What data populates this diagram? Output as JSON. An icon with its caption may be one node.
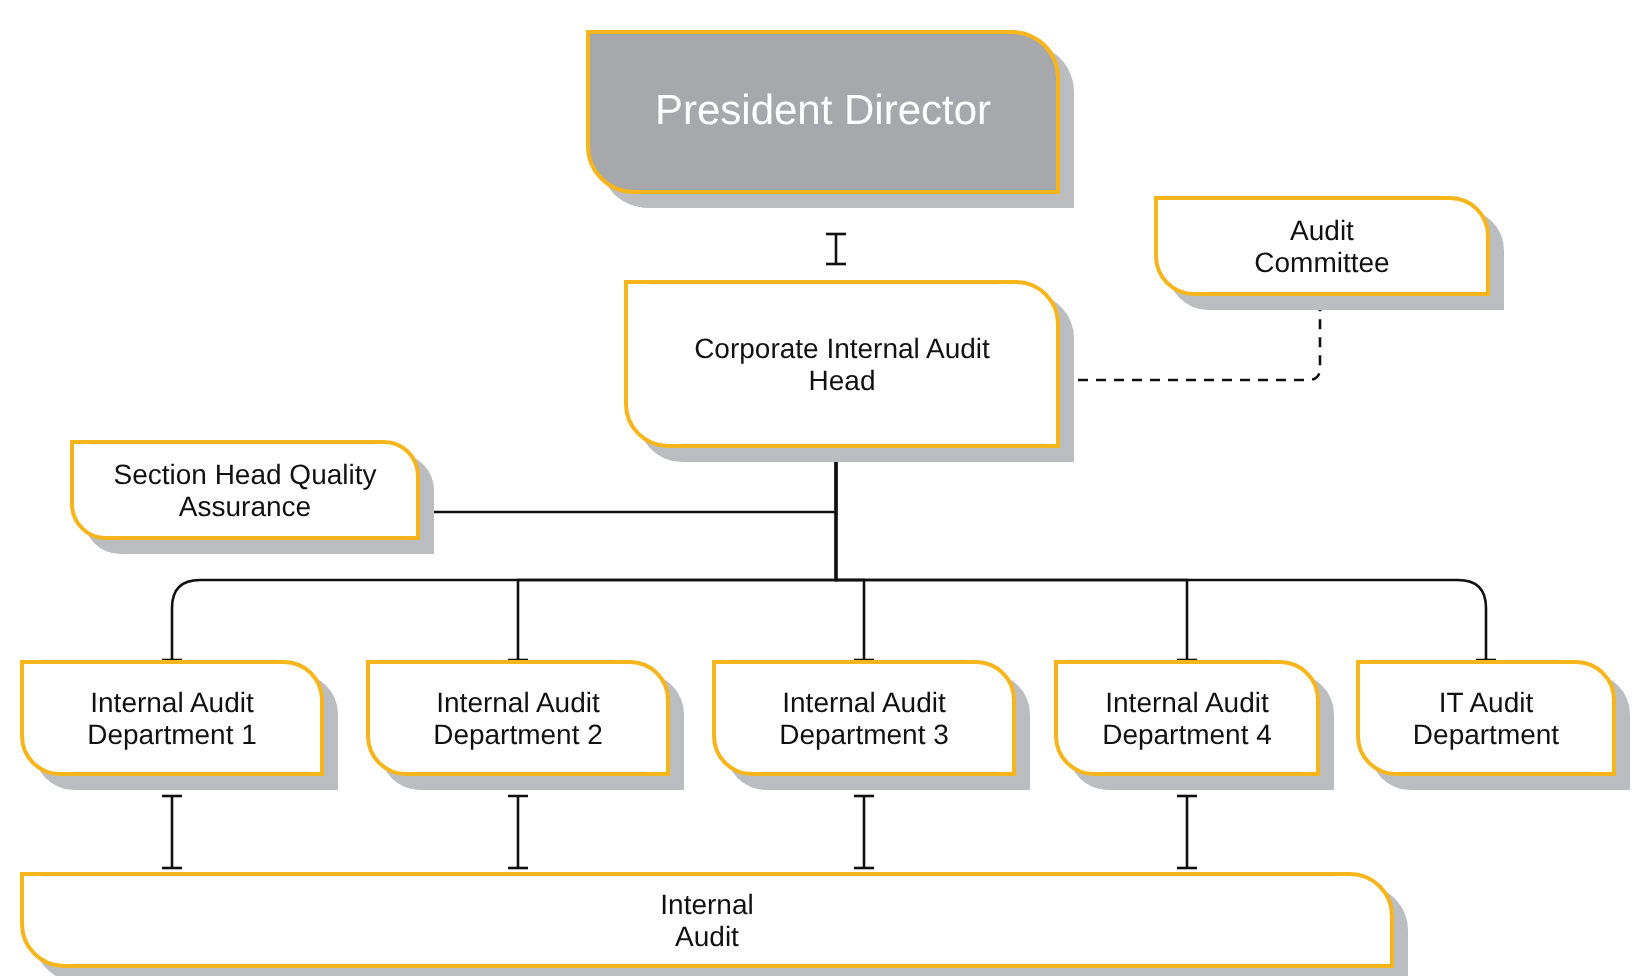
{
  "diagram": {
    "nodes": [
      {
        "text": [
          "President Director"
        ]
      },
      {
        "text": [
          "Audit Committee"
        ]
      },
      {
        "text": [
          "Corporate Internal Audit Head"
        ]
      },
      {
        "text": [
          "Section Head Quality Assurance"
        ]
      },
      {
        "text": [
          "Internal Audit Department 1"
        ]
      },
      {
        "text": [
          "Internal Audit Department 2"
        ]
      },
      {
        "text": [
          "Internal Audit Department 3"
        ]
      },
      {
        "text": [
          "Internal Audit Department 4"
        ]
      },
      {
        "text": [
          "IT Audit Department"
        ]
      },
      {
        "text": [
          "Internal Audit"
        ]
      }
    ],
    "edges": [
      {
        "from": 0,
        "to": 2,
        "arrow": "other"
      },
      {
        "from": 2,
        "to": 1,
        "arrow": "other",
        "style": "dashed"
      },
      {
        "from": 2,
        "to": 3,
        "arrow": "other"
      },
      {
        "from": 2,
        "to": 4,
        "arrow": "other"
      },
      {
        "from": 2,
        "to": 5,
        "arrow": "other"
      },
      {
        "from": 2,
        "to": 6,
        "arrow": "other"
      },
      {
        "from": 2,
        "to": 7,
        "arrow": "other"
      },
      {
        "from": 2,
        "to": 8,
        "arrow": "other"
      },
      {
        "from": 4,
        "to": 9,
        "arrow": "other"
      },
      {
        "from": 5,
        "to": 9,
        "arrow": "other"
      },
      {
        "from": 6,
        "to": 9,
        "arrow": "other"
      },
      {
        "from": 7,
        "to": 9,
        "arrow": "other"
      }
    ]
  }
}
